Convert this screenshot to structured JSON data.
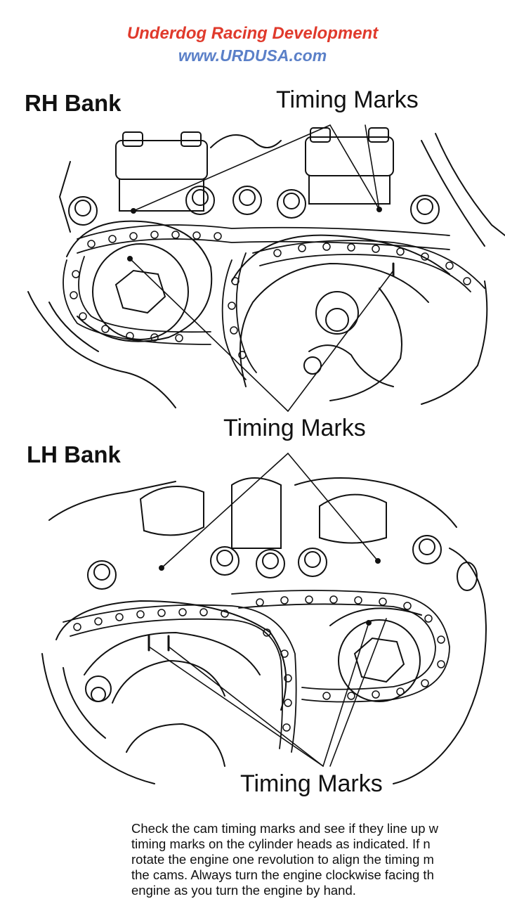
{
  "header": {
    "company": "Underdog Racing Development",
    "website": "www.URDUSA.com"
  },
  "diagrams": {
    "rh": {
      "bank_label": "RH Bank",
      "timing_label_upper": "Timing Marks",
      "timing_label_lower": "Timing Marks"
    },
    "lh": {
      "bank_label": "LH Bank",
      "timing_label_lower": "Timing Marks"
    }
  },
  "instructions": {
    "lines": [
      "Check the cam timing marks and see if they line up w",
      "timing marks on the cylinder heads as indicated.  If n",
      "rotate the engine one revolution to align the timing m",
      "the cams.  Always turn the engine clockwise facing th",
      "engine as you turn the engine by hand."
    ]
  },
  "colors": {
    "company": "#e03a2c",
    "website": "#5b80c8",
    "line_art": "#111111"
  }
}
